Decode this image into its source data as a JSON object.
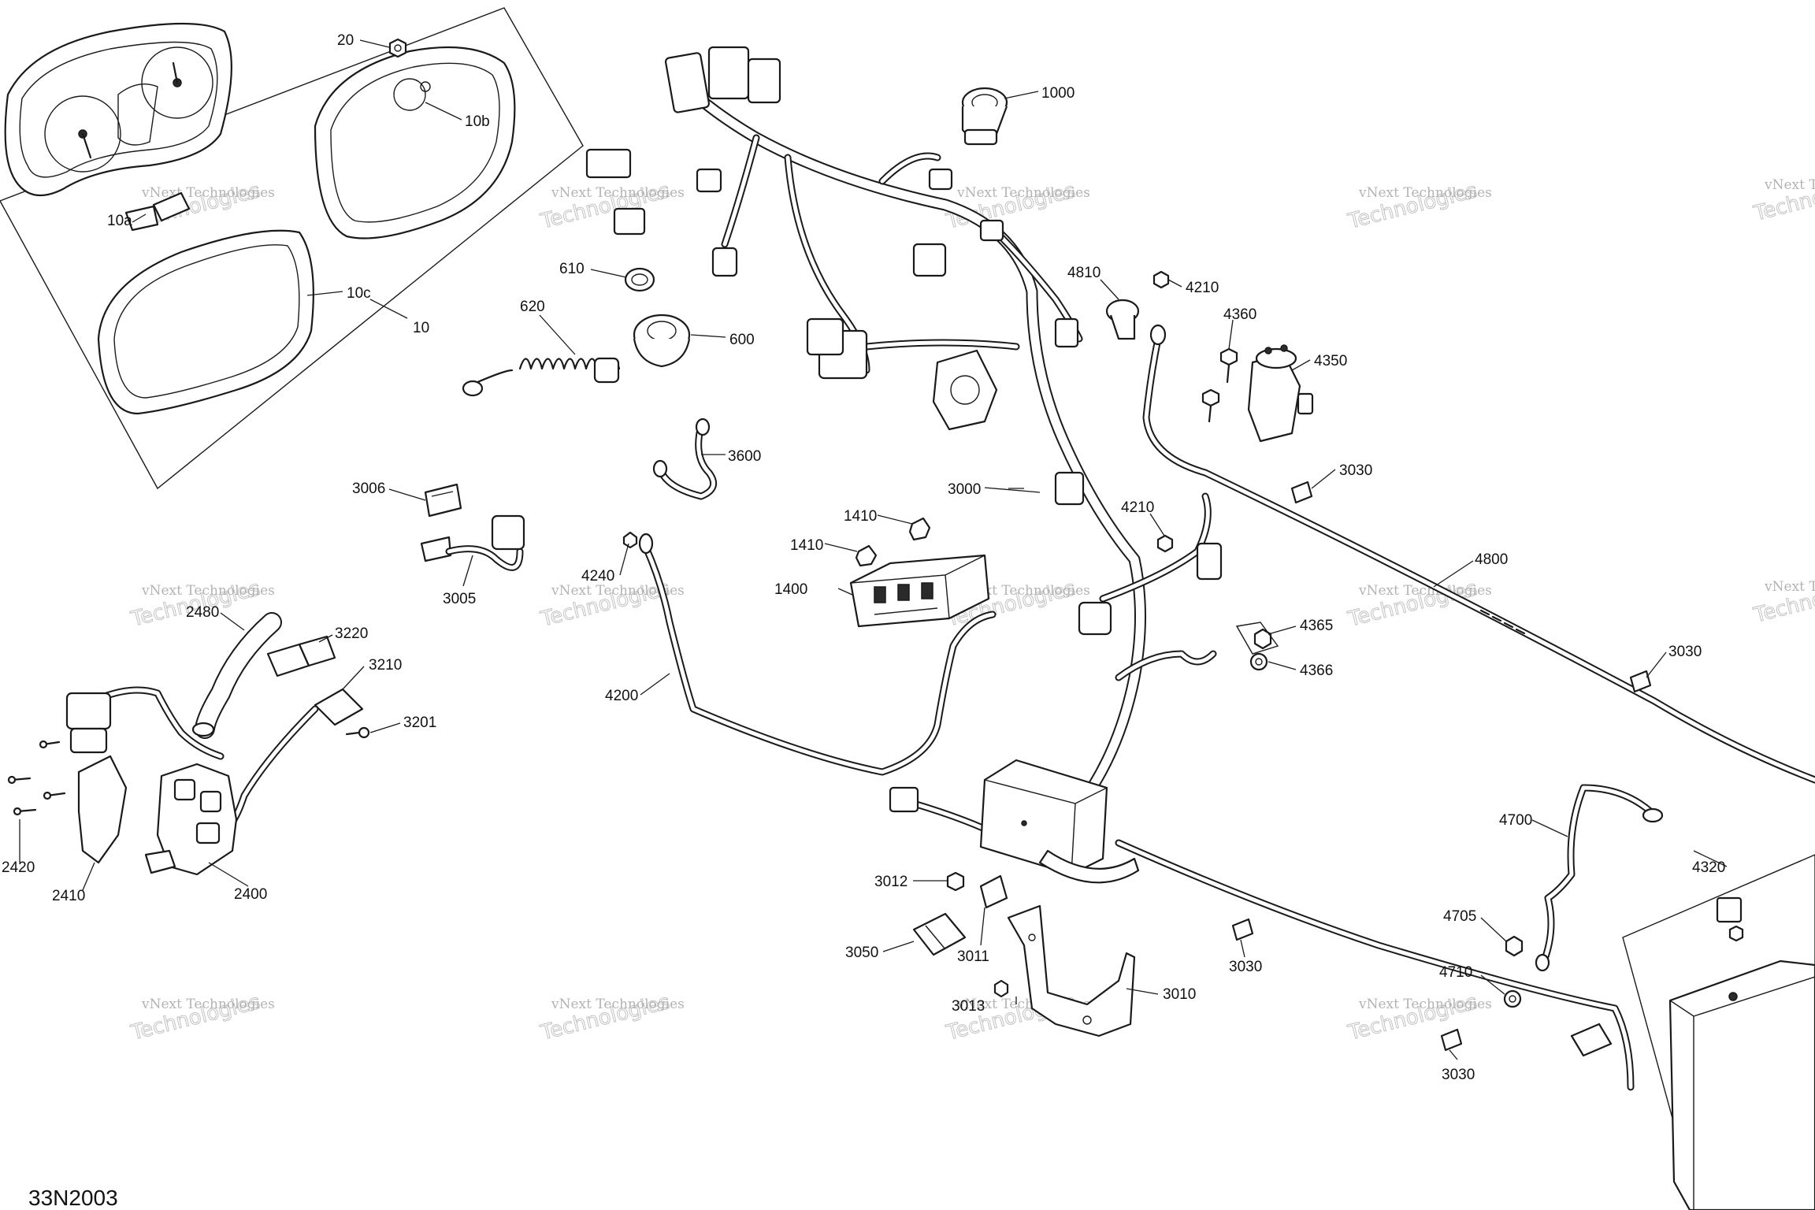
{
  "diagram_code": "33N2003",
  "watermark": {
    "line1": "vNext Technologies",
    "line2": "Technologies"
  },
  "callouts": {
    "c20": "20",
    "c10b": "10b",
    "c10a": "10a",
    "c10c": "10c",
    "c10": "10",
    "c1000": "1000",
    "c610": "610",
    "c620": "620",
    "c600": "600",
    "c3600": "3600",
    "c4810": "4810",
    "c4210a": "4210",
    "c4360": "4360",
    "c4350": "4350",
    "c3030a": "3030",
    "c3006": "3006",
    "c3005": "3005",
    "c3000": "3000",
    "c1410a": "1410",
    "c1410b": "1410",
    "c4210b": "4210",
    "c1400": "1400",
    "c4800": "4800",
    "c4240": "4240",
    "c2480": "2480",
    "c3220": "3220",
    "c3210": "3210",
    "c3201": "3201",
    "c4200": "4200",
    "c4365": "4365",
    "c4366": "4366",
    "c3030b": "3030",
    "c2420": "2420",
    "c2410": "2410",
    "c2400": "2400",
    "c4700": "4700",
    "c4320": "4320",
    "c3012": "3012",
    "c3050": "3050",
    "c3011": "3011",
    "c3013": "3013",
    "c3010": "3010",
    "c3030c": "3030",
    "c4705": "4705",
    "c4710": "4710",
    "c3030d": "3030"
  }
}
